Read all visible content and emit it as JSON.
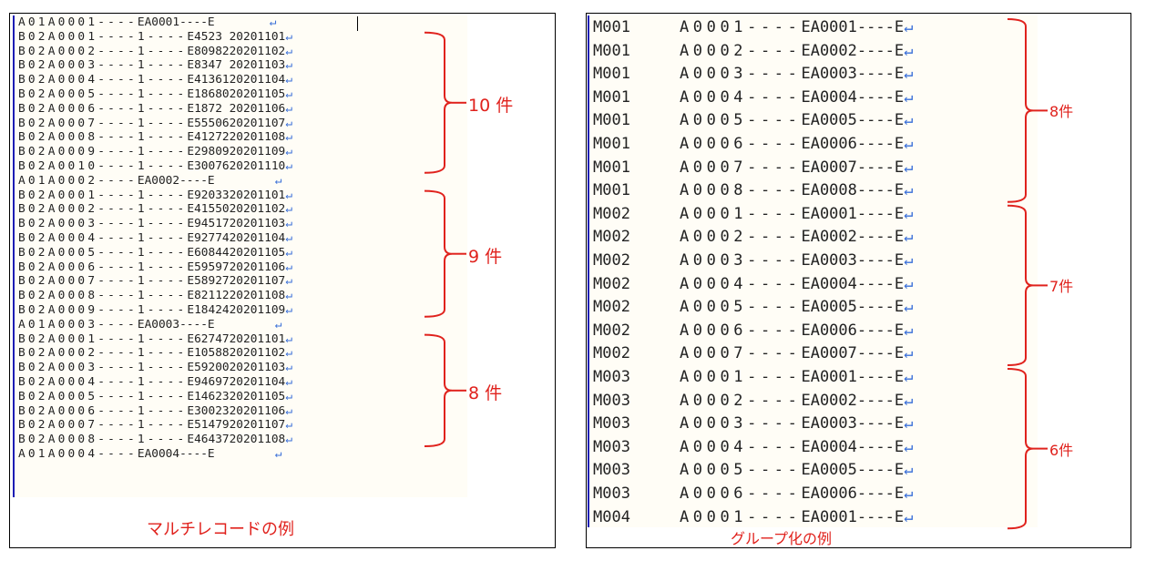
{
  "left": {
    "caption": "マルチレコードの例",
    "lines": [
      {
        "code": "A01A0001----",
        "rest": "EA0001----E"
      },
      {
        "code": "B02A0001----1----",
        "rest": "E4523 20201101"
      },
      {
        "code": "B02A0002----1----",
        "rest": "E8098220201102"
      },
      {
        "code": "B02A0003----1----",
        "rest": "E8347 20201103"
      },
      {
        "code": "B02A0004----1----",
        "rest": "E4136120201104"
      },
      {
        "code": "B02A0005----1----",
        "rest": "E1868020201105"
      },
      {
        "code": "B02A0006----1----",
        "rest": "E1872 20201106"
      },
      {
        "code": "B02A0007----1----",
        "rest": "E5550620201107"
      },
      {
        "code": "B02A0008----1----",
        "rest": "E4127220201108"
      },
      {
        "code": "B02A0009----1----",
        "rest": "E2980920201109"
      },
      {
        "code": "B02A0010----1----",
        "rest": "E3007620201110"
      },
      {
        "code": "A01A0002----",
        "rest": "EA0002----E"
      },
      {
        "code": "B02A0001----1----",
        "rest": "E9203320201101"
      },
      {
        "code": "B02A0002----1----",
        "rest": "E4155020201102"
      },
      {
        "code": "B02A0003----1----",
        "rest": "E9451720201103"
      },
      {
        "code": "B02A0004----1----",
        "rest": "E9277420201104"
      },
      {
        "code": "B02A0005----1----",
        "rest": "E6084420201105"
      },
      {
        "code": "B02A0006----1----",
        "rest": "E5959720201106"
      },
      {
        "code": "B02A0007----1----",
        "rest": "E5892720201107"
      },
      {
        "code": "B02A0008----1----",
        "rest": "E8211220201108"
      },
      {
        "code": "B02A0009----1----",
        "rest": "E1842420201109"
      },
      {
        "code": "A01A0003----",
        "rest": "EA0003----E"
      },
      {
        "code": "B02A0001----1----",
        "rest": "E6274720201101"
      },
      {
        "code": "B02A0002----1----",
        "rest": "E1058820201102"
      },
      {
        "code": "B02A0003----1----",
        "rest": "E5920020201103"
      },
      {
        "code": "B02A0004----1----",
        "rest": "E9469720201104"
      },
      {
        "code": "B02A0005----1----",
        "rest": "E1462320201105"
      },
      {
        "code": "B02A0006----1----",
        "rest": "E3002320201106"
      },
      {
        "code": "B02A0007----1----",
        "rest": "E5147920201107"
      },
      {
        "code": "B02A0008----1----",
        "rest": "E4643720201108"
      },
      {
        "code": "A01A0004----",
        "rest": "EA0004----E"
      }
    ],
    "groups": [
      {
        "label": "10 件",
        "from": 1,
        "to": 10
      },
      {
        "label": "9 件",
        "from": 12,
        "to": 20
      },
      {
        "label": "8 件",
        "from": 22,
        "to": 29
      }
    ]
  },
  "right": {
    "caption": "グループ化の例",
    "lines": [
      {
        "id": "M001",
        "code": "A0001----",
        "rest": "EA0001----E"
      },
      {
        "id": "M001",
        "code": "A0002----",
        "rest": "EA0002----E"
      },
      {
        "id": "M001",
        "code": "A0003----",
        "rest": "EA0003----E"
      },
      {
        "id": "M001",
        "code": "A0004----",
        "rest": "EA0004----E"
      },
      {
        "id": "M001",
        "code": "A0005----",
        "rest": "EA0005----E"
      },
      {
        "id": "M001",
        "code": "A0006----",
        "rest": "EA0006----E"
      },
      {
        "id": "M001",
        "code": "A0007----",
        "rest": "EA0007----E"
      },
      {
        "id": "M001",
        "code": "A0008----",
        "rest": "EA0008----E"
      },
      {
        "id": "M002",
        "code": "A0001----",
        "rest": "EA0001----E"
      },
      {
        "id": "M002",
        "code": "A0002----",
        "rest": "EA0002----E"
      },
      {
        "id": "M002",
        "code": "A0003----",
        "rest": "EA0003----E"
      },
      {
        "id": "M002",
        "code": "A0004----",
        "rest": "EA0004----E"
      },
      {
        "id": "M002",
        "code": "A0005----",
        "rest": "EA0005----E"
      },
      {
        "id": "M002",
        "code": "A0006----",
        "rest": "EA0006----E"
      },
      {
        "id": "M002",
        "code": "A0007----",
        "rest": "EA0007----E"
      },
      {
        "id": "M003",
        "code": "A0001----",
        "rest": "EA0001----E"
      },
      {
        "id": "M003",
        "code": "A0002----",
        "rest": "EA0002----E"
      },
      {
        "id": "M003",
        "code": "A0003----",
        "rest": "EA0003----E"
      },
      {
        "id": "M003",
        "code": "A0004----",
        "rest": "EA0004----E"
      },
      {
        "id": "M003",
        "code": "A0005----",
        "rest": "EA0005----E"
      },
      {
        "id": "M003",
        "code": "A0006----",
        "rest": "EA0006----E"
      },
      {
        "id": "M004",
        "code": "A0001----",
        "rest": "EA0001----E"
      }
    ],
    "groups": [
      {
        "label": "8件",
        "from": 0,
        "to": 7
      },
      {
        "label": "7件",
        "from": 8,
        "to": 14
      },
      {
        "label": "6件",
        "from": 15,
        "to": 21
      }
    ]
  },
  "return_mark": "↵",
  "colors": {
    "annotation": "#e0221d",
    "return_mark": "#3a6fd8",
    "margin_line": "#1c1cb4"
  }
}
